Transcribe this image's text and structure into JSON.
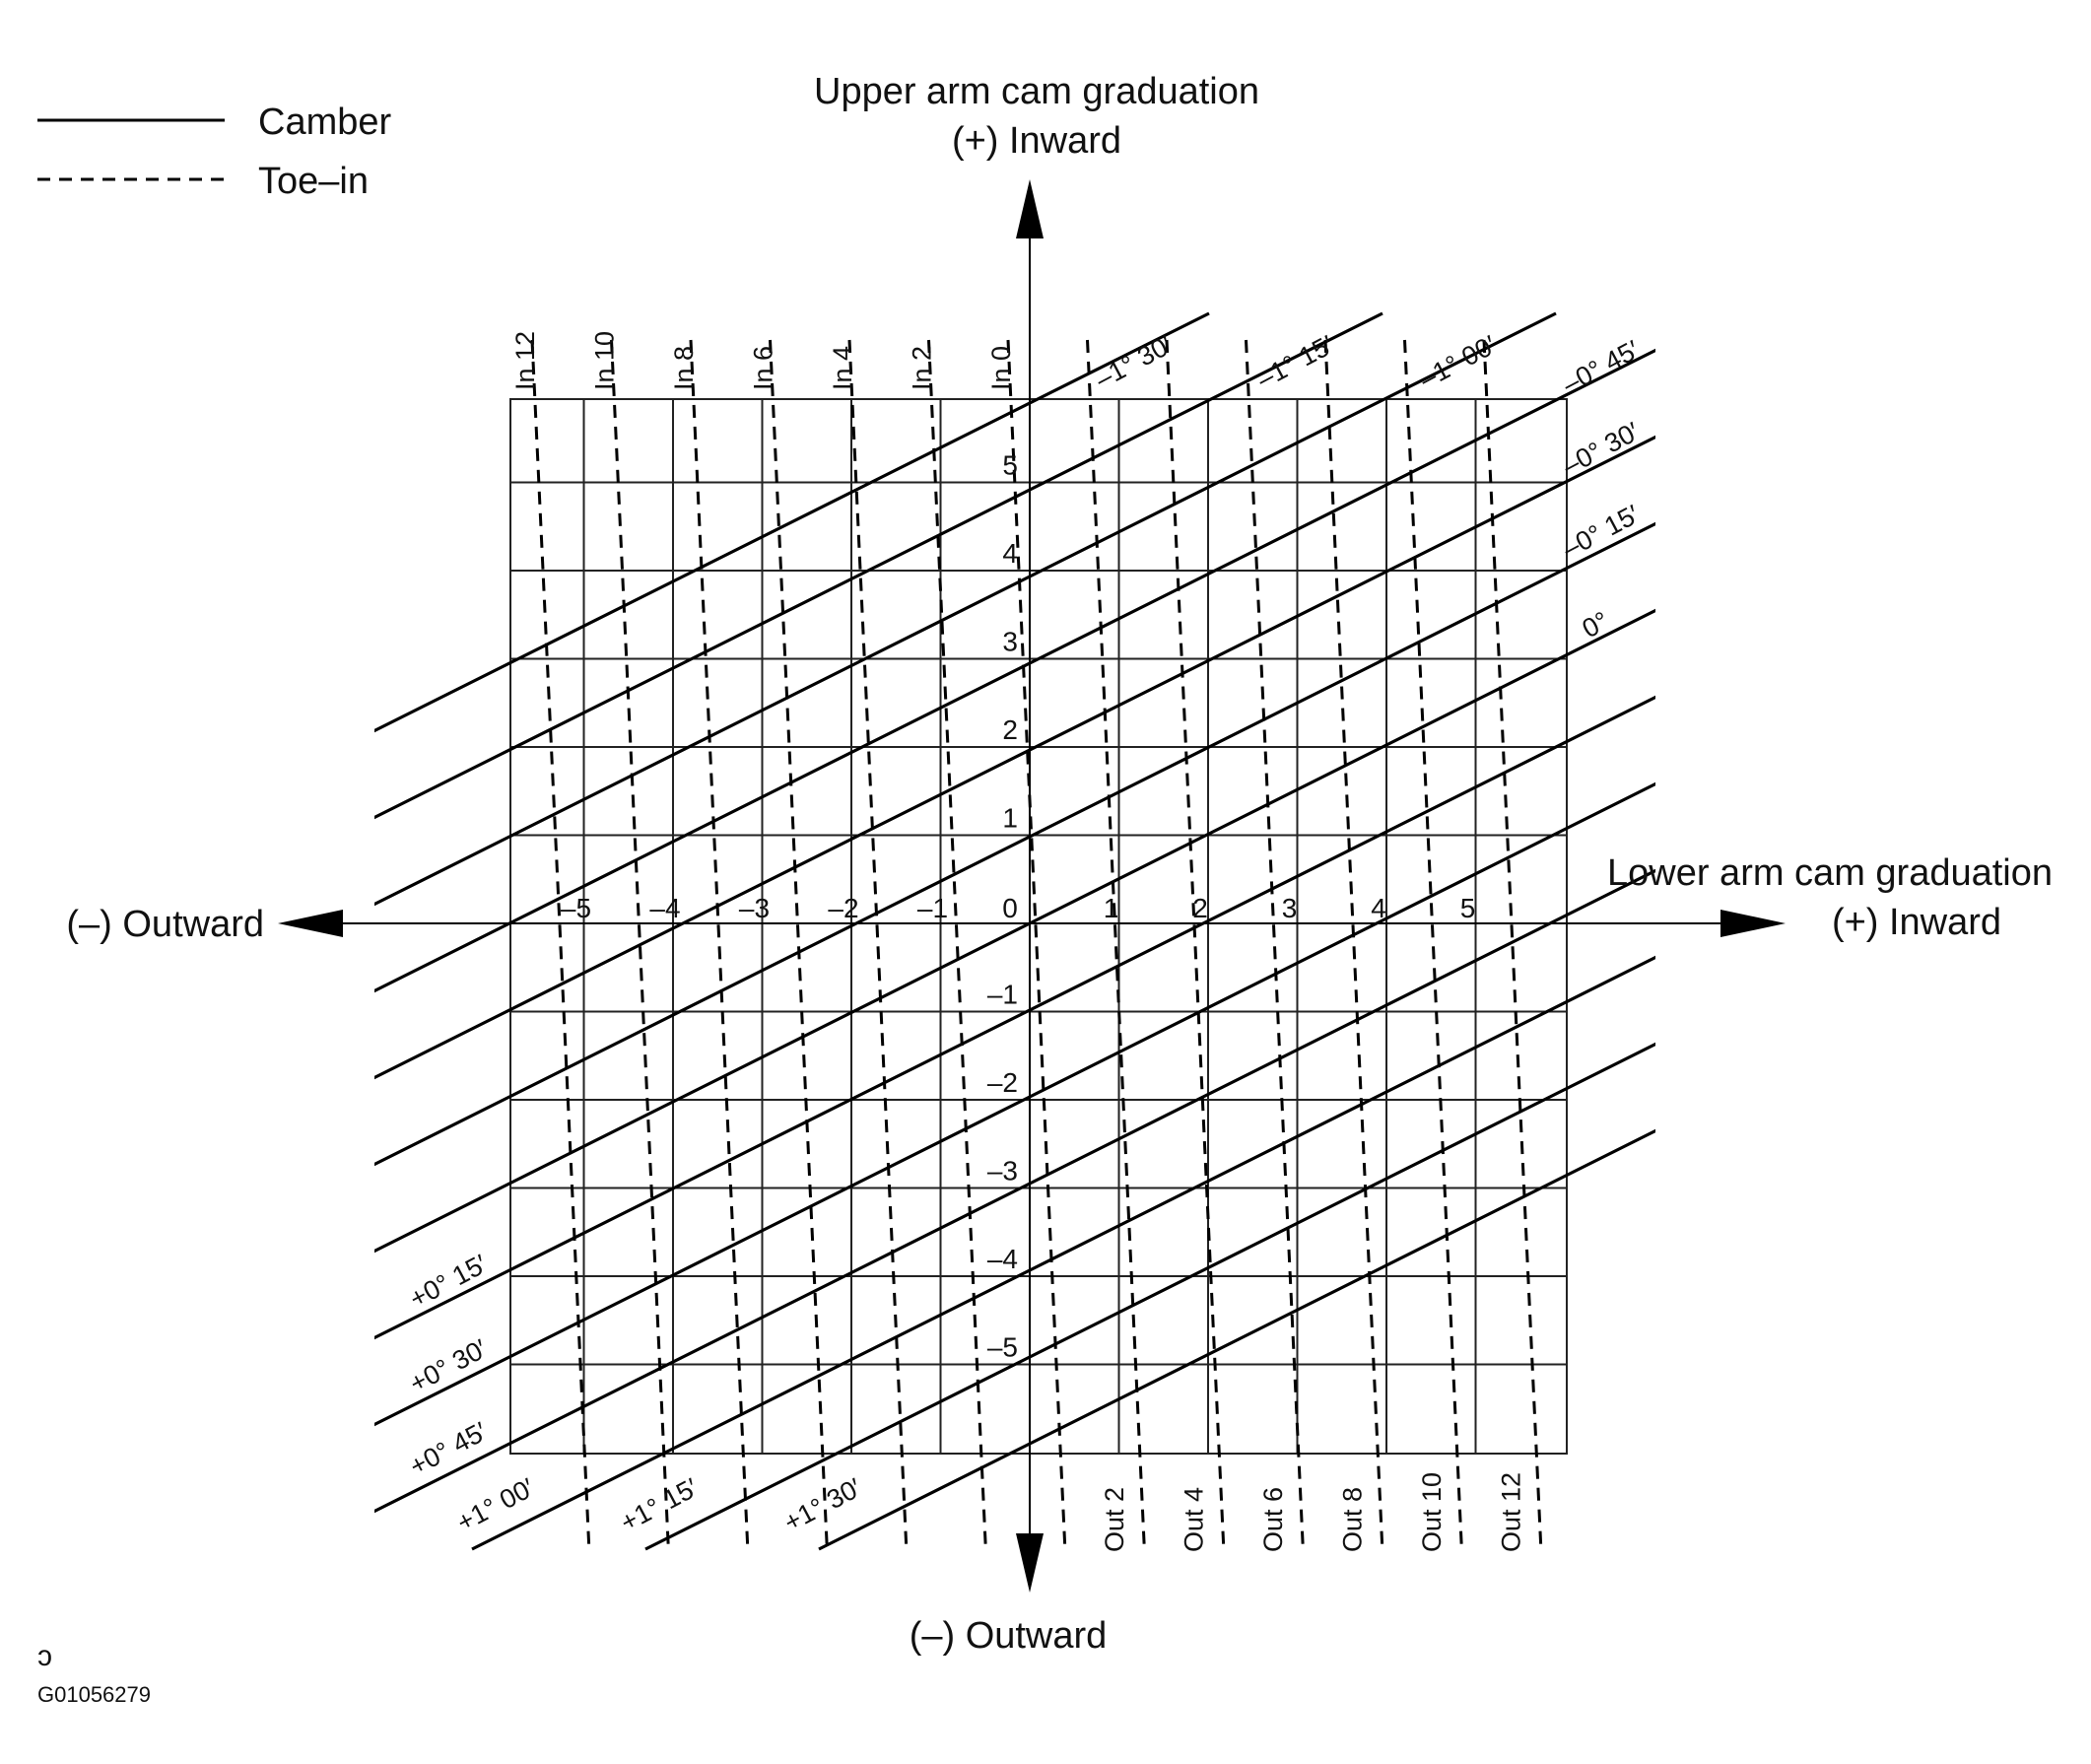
{
  "legend": {
    "items": [
      {
        "label": "Camber",
        "style": "solid"
      },
      {
        "label": "Toe–in",
        "style": "dashed"
      }
    ]
  },
  "axes": {
    "up": {
      "line1": "Upper arm cam graduation",
      "line2": "(+) Inward"
    },
    "right": {
      "line1": "Lower arm cam graduation",
      "line2": "(+) Inward"
    },
    "left": {
      "label": "(–) Outward"
    },
    "down": {
      "label": "(–) Outward"
    }
  },
  "horizontal_ticks": [
    "–5",
    "–4",
    "–3",
    "–2",
    "–1",
    "0",
    "1",
    "2",
    "3",
    "4",
    "5"
  ],
  "vertical_ticks": [
    "5",
    "4",
    "3",
    "2",
    "1",
    "–1",
    "–2",
    "–3",
    "–4",
    "–5"
  ],
  "toe_top_labels": [
    "In 12",
    "In 10",
    "In 8",
    "In 6",
    "In 4",
    "In 2",
    "In 0"
  ],
  "toe_bottom_labels": [
    "Out 2",
    "Out 4",
    "Out 6",
    "Out 8",
    "Out 10",
    "Out 12"
  ],
  "camber_top_labels": [
    "–1° 30′",
    "–1° 15′",
    "–1° 00′"
  ],
  "camber_right_labels": [
    "–0° 45′",
    "–0° 30′",
    "–0° 15′",
    "0°"
  ],
  "camber_left_labels": [
    "+0° 15′",
    "+0° 30′",
    "+0° 45′"
  ],
  "camber_bottom_labels": [
    "+1° 00′",
    "+1° 15′",
    "+1° 30′"
  ],
  "figure_code": "G01056279",
  "corner_mark": "ɔ"
}
